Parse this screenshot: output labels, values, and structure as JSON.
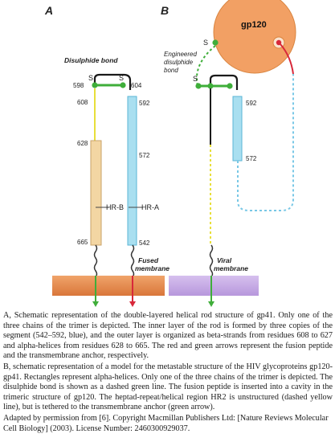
{
  "panels": {
    "a": "A",
    "b": "B"
  },
  "labels": {
    "disulphide_bond": "Disulphide bond",
    "engineered_bond": [
      "Engineered",
      "disulphide",
      "bond"
    ],
    "gp120": "gp120",
    "s": "S",
    "fused_membrane": [
      "Fused",
      "membrane"
    ],
    "viral_membrane": [
      "Viral",
      "membrane"
    ],
    "hr_b": "HR-B",
    "hr_a": "HR-A"
  },
  "residues": {
    "n598": "598",
    "n604": "604",
    "n608": "608",
    "n592": "592",
    "n628": "628",
    "n572": "572",
    "n665": "665",
    "n542": "542",
    "b592": "592",
    "b572": "572"
  },
  "colors": {
    "helix_blue": "#a9dff0",
    "helix_tan": "#f3d6a3",
    "gp120": "#f2a064",
    "fused_membrane": "#e3894b",
    "viral_membrane": "#c9b1e6",
    "green": "#3fae3a",
    "red": "#d8283a",
    "yellow": "#e8df3a",
    "dashed_blue": "#79c8e6"
  },
  "caption": [
    "A, Schematic representation of the double-layered helical rod structure of gp41. Only one of the three chains of the trimer is depicted. The inner layer of the rod is formed by three copies of the segment (542–592, blue), and the outer layer is organized as beta-strands from residues 608 to 627 and alpha-helices from residues 628 to 665. The red and green arrows represent the fusion peptide and the transmembrane anchor, respectively.",
    "B, schematic representation of a model for the metastable structure of the HIV glycoproteins gp120-gp41. Rectangles represent alpha-helices. Only one of the three chains of the trimer is depicted. The disulphide bond is shown as a dashed green line. The fusion peptide is inserted into a cavity in the trimeric structure of gp120. The heptad-repeat/helical region HR2 is unstructured (dashed yellow line), but is tethered to the transmembrane anchor (green arrow).",
    "Adapted by permission from [6]. Copyright Macmillan Publishers Ltd: [Nature Reviews Molecular Cell Biology] (2003). License Number: 2460300929037."
  ]
}
